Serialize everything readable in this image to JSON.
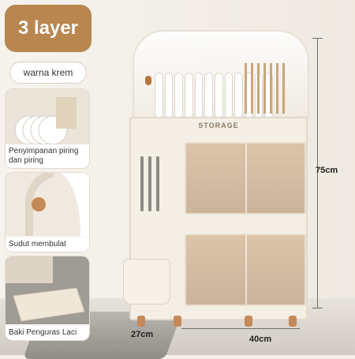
{
  "badge": "3 layer",
  "color_label": "warna krem",
  "features": [
    {
      "caption": "Penyimpanan piring dan piring",
      "icon": "dish-rack-photo"
    },
    {
      "caption": "Sudut membulat",
      "icon": "rounded-corner-photo"
    },
    {
      "caption": "Baki Penguras Laci",
      "icon": "drain-tray-photo"
    }
  ],
  "product": {
    "label": "STORAGE"
  },
  "dimensions": {
    "height": "75cm",
    "depth": "27cm",
    "width": "40cm"
  },
  "colors": {
    "badge": "#b8864e",
    "product": "#f4efe5",
    "accent": "#c48a58"
  }
}
